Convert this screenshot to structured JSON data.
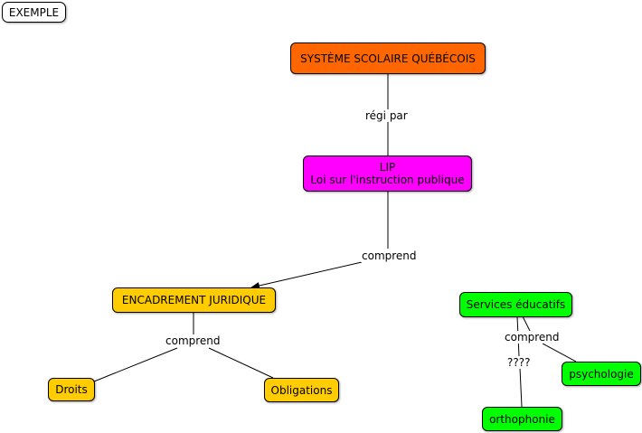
{
  "corner_label": "EXEMPLE",
  "colors": {
    "orange": "#ff6600",
    "magenta": "#ff00ff",
    "gold": "#ffcc00",
    "green": "#00ff00",
    "white": "#ffffff"
  },
  "nodes": {
    "systeme": "SYSTÈME SCOLAIRE QUÉBÉCOIS",
    "lip_line1": "LIP",
    "lip_line2": "Loi sur l'instruction publique",
    "encadrement": "ENCADREMENT JURIDIQUE",
    "droits": "Droits",
    "obligations": "Obligations",
    "services": "Services éducatifs",
    "psychologie": "psychologie",
    "orthophonie": "orthophonie"
  },
  "links": {
    "regi_par": "régi par",
    "comprend_lip": "comprend",
    "comprend_encadrement": "comprend",
    "comprend_services": "comprend",
    "unknown": "????"
  }
}
